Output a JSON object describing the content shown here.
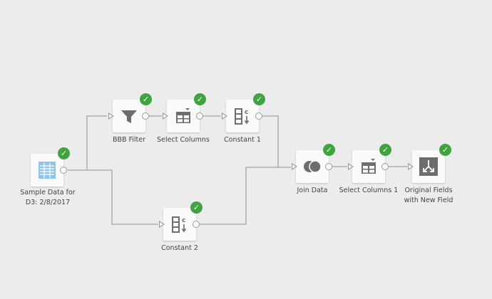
{
  "nodes": {
    "sample_data": {
      "label_line1": "Sample Data for",
      "label_line2": "D3: 2/8/2017",
      "status": "complete"
    },
    "bbb_filter": {
      "label": "BBB Filter",
      "status": "complete"
    },
    "select_columns": {
      "label": "Select Columns",
      "status": "complete"
    },
    "constant_1": {
      "label": "Constant 1",
      "status": "complete"
    },
    "constant_2": {
      "label": "Constant 2",
      "status": "complete"
    },
    "join_data": {
      "label": "Join Data",
      "status": "complete"
    },
    "select_columns_1": {
      "label": "Select Columns 1",
      "status": "complete"
    },
    "original_fields": {
      "label_line1": "Original Fields",
      "label_line2": "with New Field",
      "status": "complete"
    }
  },
  "check_glyph": "✓",
  "colors": {
    "success": "#3fa33f",
    "wire": "#999999",
    "icon": "#6d6d6d",
    "dataset": "#8fc3e8"
  }
}
